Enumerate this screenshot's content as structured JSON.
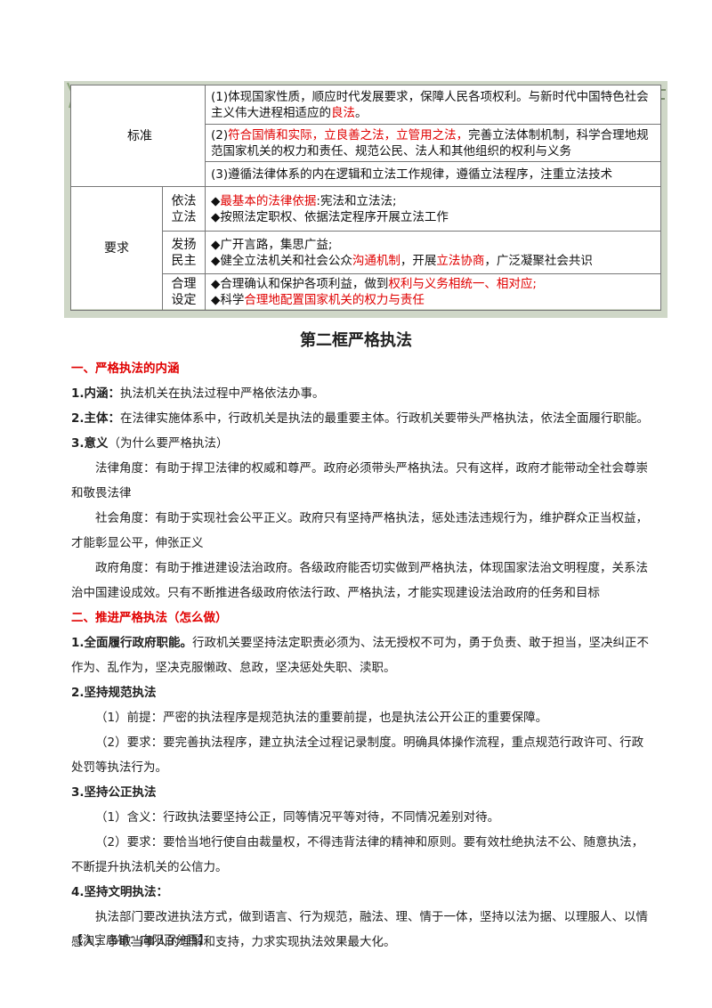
{
  "table": {
    "standard_label": "标准",
    "requirement_label": "要求",
    "standard_rows": [
      {
        "pre": "(1)体现国家性质，顺应时代发展要求，保障人民各项权利。与新时代中国特色社会主义伟大进程相适应的",
        "red": "良法",
        "post": "。"
      },
      {
        "pre": "(2)",
        "red": "符合国情和实际，立良善之法，立管用之法，",
        "post": "完善立法体制机制，科学合理地规范国家机关的权力和责任、规范公民、法人和其他组织的权利与义务"
      },
      {
        "pre": "(3)遵循法律体系的内在逻辑和立法工作规律，遵循立法程序，注重立法技术",
        "red": "",
        "post": ""
      }
    ],
    "req_rows": [
      {
        "label": "依法立法",
        "line1_pre": "◆",
        "line1_red": "最基本的法律依据",
        "line1_post": ":宪法和立法法;",
        "line2_pre": "◆按照法定职权、依据法定程序开展立法工作",
        "line2_red": "",
        "line2_mid": "",
        "line2_red2": "",
        "line2_post": ""
      },
      {
        "label": "发扬民主",
        "line1_pre": "◆广开言路，集思广益;",
        "line1_red": "",
        "line1_post": "",
        "line2_pre": "◆健全立法机关和社会公众",
        "line2_red": "沟通机制",
        "line2_mid": "，开展",
        "line2_red2": "立法协商",
        "line2_post": "，广泛凝聚社会共识"
      },
      {
        "label": "合理设定",
        "line1_pre": "◆合理确认和保护各项利益，做到",
        "line1_red": "权利与义务相统一、相对应;",
        "line1_post": "",
        "line2_pre": "◆科学",
        "line2_red": "合理地配置国家机关的权力与责任",
        "line2_mid": "",
        "line2_red2": "",
        "line2_post": ""
      }
    ]
  },
  "doc": {
    "title": "第二框严格执法",
    "sec1": "一、严格执法的内涵",
    "p1_bold": "1.内涵：",
    "p1": "执法机关在执法过程中严格依法办事。",
    "p2_bold": "2.主体：",
    "p2": "在法律实施体系中，行政机关是执法的最重要主体。行政机关要带头严格执法，依法全面履行职能。",
    "p3_bold": "3.意义",
    "p3": "（为什么要严格执法）",
    "p4": "法律角度：有助于捍卫法律的权威和尊严。政府必须带头严格执法。只有这样，政府才能带动全社会尊崇和敬畏法律",
    "p5": "社会角度：有助于实现社会公平正义。政府只有坚持严格执法，惩处违法违规行为，维护群众正当权益，才能彰显公平，伸张正义",
    "p6": "政府角度：有助于推进建设法治政府。各级政府能否切实做到严格执法，体现国家法治文明程度，关系法治中国建设成效。只有不断推进各级政府依法行政、严格执法，才能实现建设法治政府的任务和目标",
    "sec2": "二、推进严格执法（怎么做）",
    "p7_bold": "1.全面履行政府职能。",
    "p7": "行政机关要坚持法定职责必须为、法无授权不可为，勇于负责、敢于担当，坚决纠正不作为、乱作为，坚决克服懒政、怠政，坚决惩处失职、渎职。",
    "h2": "2.坚持规范执法",
    "p8": "（1）前提：严密的执法程序是规范执法的重要前提，也是执法公开公正的重要保障。",
    "p9": "（2）要求：要完善执法程序，建立执法全过程记录制度。明确具体操作流程，重点规范行政许可、行政处罚等执法行为。",
    "h3": "3.坚持公正执法",
    "p10": "（1）含义：行政执法要坚持公正，同等情况平等对待，不同情况差别对待。",
    "p11": "（2）要求：要恰当地行使自由裁量权，不得违背法律的精神和原则。要有效杜绝执法不公、随意执法，不断提升执法机关的公信力。",
    "h4": "4.坚持文明执法：",
    "p12": "执法部门要改进执法方式，做到语言、行为规范，融法、理、情于一体，坚持以法为据、以理服人、以情感人，争取当事人的理解和支持，力求实现执法效果最大化。",
    "footer": "【淘宝店铺：向阳百分百】"
  }
}
